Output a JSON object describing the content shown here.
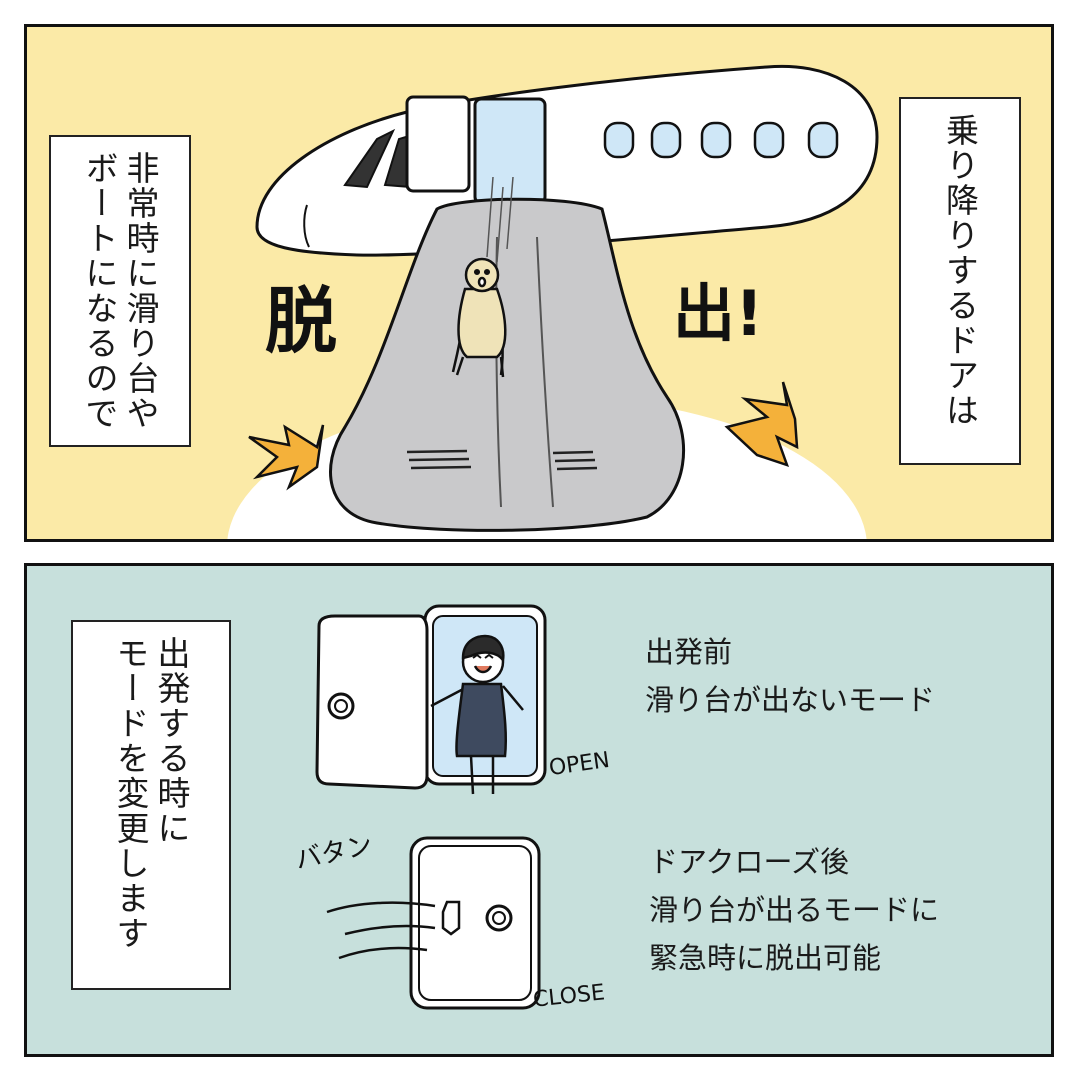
{
  "colors": {
    "panel1_bg": "#fbeaa7",
    "panel2_bg": "#c7e0dc",
    "slide": "#c9c9cb",
    "window_blue": "#cfe7f7",
    "burst": "#f4b13a"
  },
  "panel1": {
    "left_caption": [
      "非常時に滑り台や",
      "ボートになるので"
    ],
    "right_caption": [
      "乗り降りするドアは"
    ],
    "sfx_left": "脱",
    "sfx_right": "出!"
  },
  "panel2": {
    "left_caption": [
      "出発する時に",
      "モードを変更します"
    ],
    "open_label": "OPEN",
    "close_label": "CLOSE",
    "bang_label": "バタン",
    "open_desc": [
      "出発前",
      "滑り台が出ないモード"
    ],
    "close_desc": [
      "ドアクローズ後",
      "滑り台が出るモードに",
      "緊急時に脱出可能"
    ]
  }
}
